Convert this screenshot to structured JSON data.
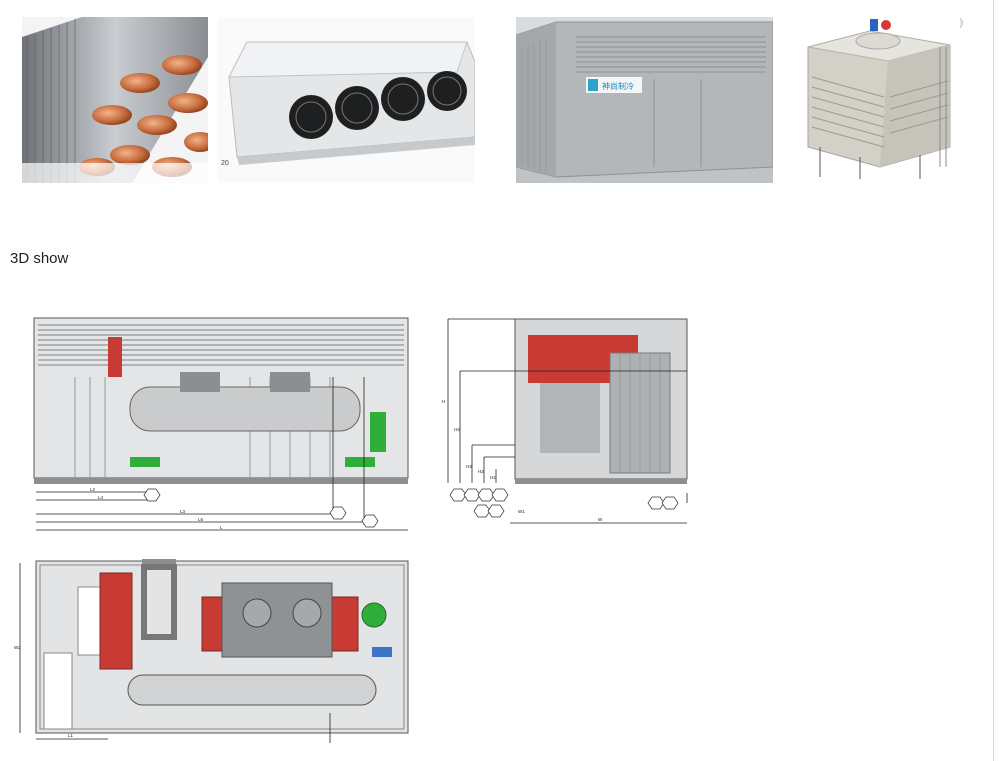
{
  "section": {
    "heading": "3D show"
  },
  "photos": [
    {
      "name": "copper-coil-heat-exchanger-photo",
      "kind": "coil"
    },
    {
      "name": "evaporator-fan-unit-photo",
      "kind": "fan",
      "label": "20"
    },
    {
      "name": "container-unit-photo",
      "kind": "container",
      "logo_text": "神尚制冷"
    },
    {
      "name": "cooling-tower-photo",
      "kind": "tower"
    }
  ],
  "drawings": {
    "front_view": {
      "dimension_labels": [
        "L2",
        "L4",
        "L3",
        "L6",
        "L"
      ]
    },
    "side_view": {
      "dimension_labels": [
        "H",
        "H4",
        "H3",
        "H2",
        "H1",
        "W",
        "W1"
      ]
    },
    "top_view": {
      "dimension_labels": [
        "W2",
        "L1"
      ]
    }
  },
  "colors": {
    "red_component": "#c83b34",
    "green_pump": "#2fae3c",
    "panel_grey": "#8c8f92"
  }
}
